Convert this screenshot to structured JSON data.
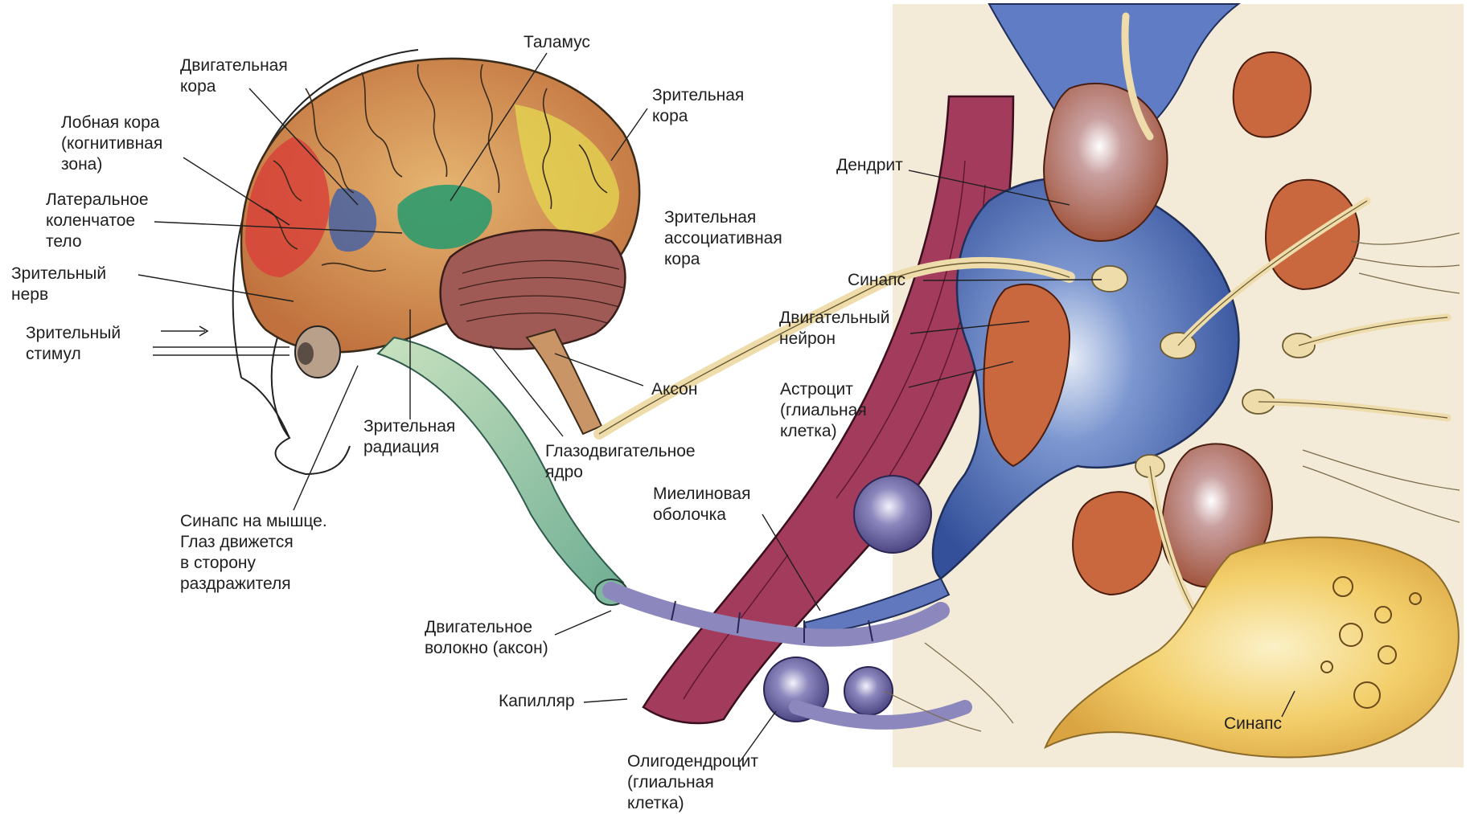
{
  "labels": {
    "thalamus": [
      "Таламус"
    ],
    "motor_cortex": [
      "Двигательная",
      "кора"
    ],
    "visual_cortex": [
      "Зрительная",
      "кора"
    ],
    "frontal_cortex": [
      "Лобная кора",
      "(когнитивная",
      "зона)"
    ],
    "dendrite": [
      "Дендрит"
    ],
    "lateral_geniculate": [
      "Латеральное",
      "коленчатое",
      "тело"
    ],
    "visual_assoc_cortex": [
      "Зрительная",
      "ассоциативная",
      "кора"
    ],
    "optic_nerve": [
      "Зрительный",
      "нерв"
    ],
    "synapse_top": [
      "Синапс"
    ],
    "motor_neuron": [
      "Двигательный",
      "нейрон"
    ],
    "visual_stimulus": [
      "Зрительный",
      "стимул"
    ],
    "axon": [
      "Аксон"
    ],
    "astrocyte": [
      "Астроцит",
      "(глиальная",
      "клетка)"
    ],
    "visual_radiation": [
      "Зрительная",
      "радиация"
    ],
    "oculomotor_nucleus": [
      "Глазодвигательное",
      "ядро"
    ],
    "myelin_sheath": [
      "Миелиновая",
      "оболочка"
    ],
    "muscle_synapse": [
      "Синапс на мышце.",
      "Глаз движется",
      "в сторону",
      "раздражителя"
    ],
    "motor_fiber": [
      "Двигательное",
      "волокно (аксон)"
    ],
    "capillary": [
      "Капилляр"
    ],
    "synapse_bottom": [
      "Синапс"
    ],
    "oligodendrocyte": [
      "Олигодендроцит",
      "(глиальная",
      "клетка)"
    ]
  },
  "colors": {
    "frontal_cortex": "#d8433a",
    "motor_cortex": "#3f5fa8",
    "visual_cortex": "#e3d451",
    "thalamus": "#2e9a6d",
    "cortex_base": "#d88f4f",
    "cerebellum": "#a05a55",
    "motor_fiber": "#9fc9a4",
    "neuron_body": "#4f6eb8",
    "capillary": "#a33b5c",
    "astrocyte": "#c9683e",
    "axon_fiber": "#eedcab",
    "synapse_bulb": "#f1c95e"
  }
}
